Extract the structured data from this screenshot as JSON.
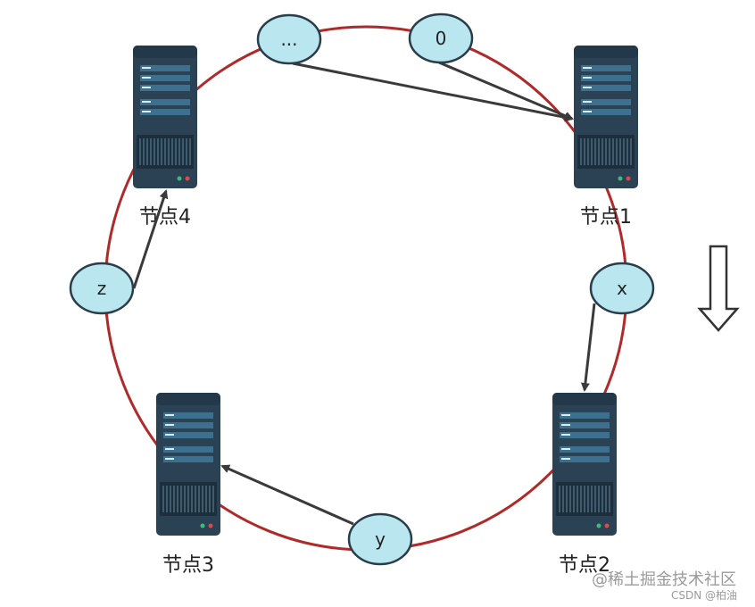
{
  "nodes": [
    {
      "id": "node1",
      "label": "节点1"
    },
    {
      "id": "node2",
      "label": "节点2"
    },
    {
      "id": "node3",
      "label": "节点3"
    },
    {
      "id": "node4",
      "label": "节点4"
    }
  ],
  "keys": [
    {
      "id": "key-ellipsis",
      "label": "..."
    },
    {
      "id": "key-0",
      "label": "0"
    },
    {
      "id": "key-x",
      "label": "x"
    },
    {
      "id": "key-y",
      "label": "y"
    },
    {
      "id": "key-z",
      "label": "z"
    }
  ],
  "colors": {
    "ring": "#b02a2a",
    "key_fill": "#b9e6ef",
    "key_stroke": "#2a3d4a",
    "arrow": "#3a3a3a",
    "server_body": "#2e4a5c",
    "server_panel": "#3d6f8e"
  },
  "watermark": {
    "main": "@稀土掘金技术社区",
    "sub": "CSDN @柏油"
  }
}
